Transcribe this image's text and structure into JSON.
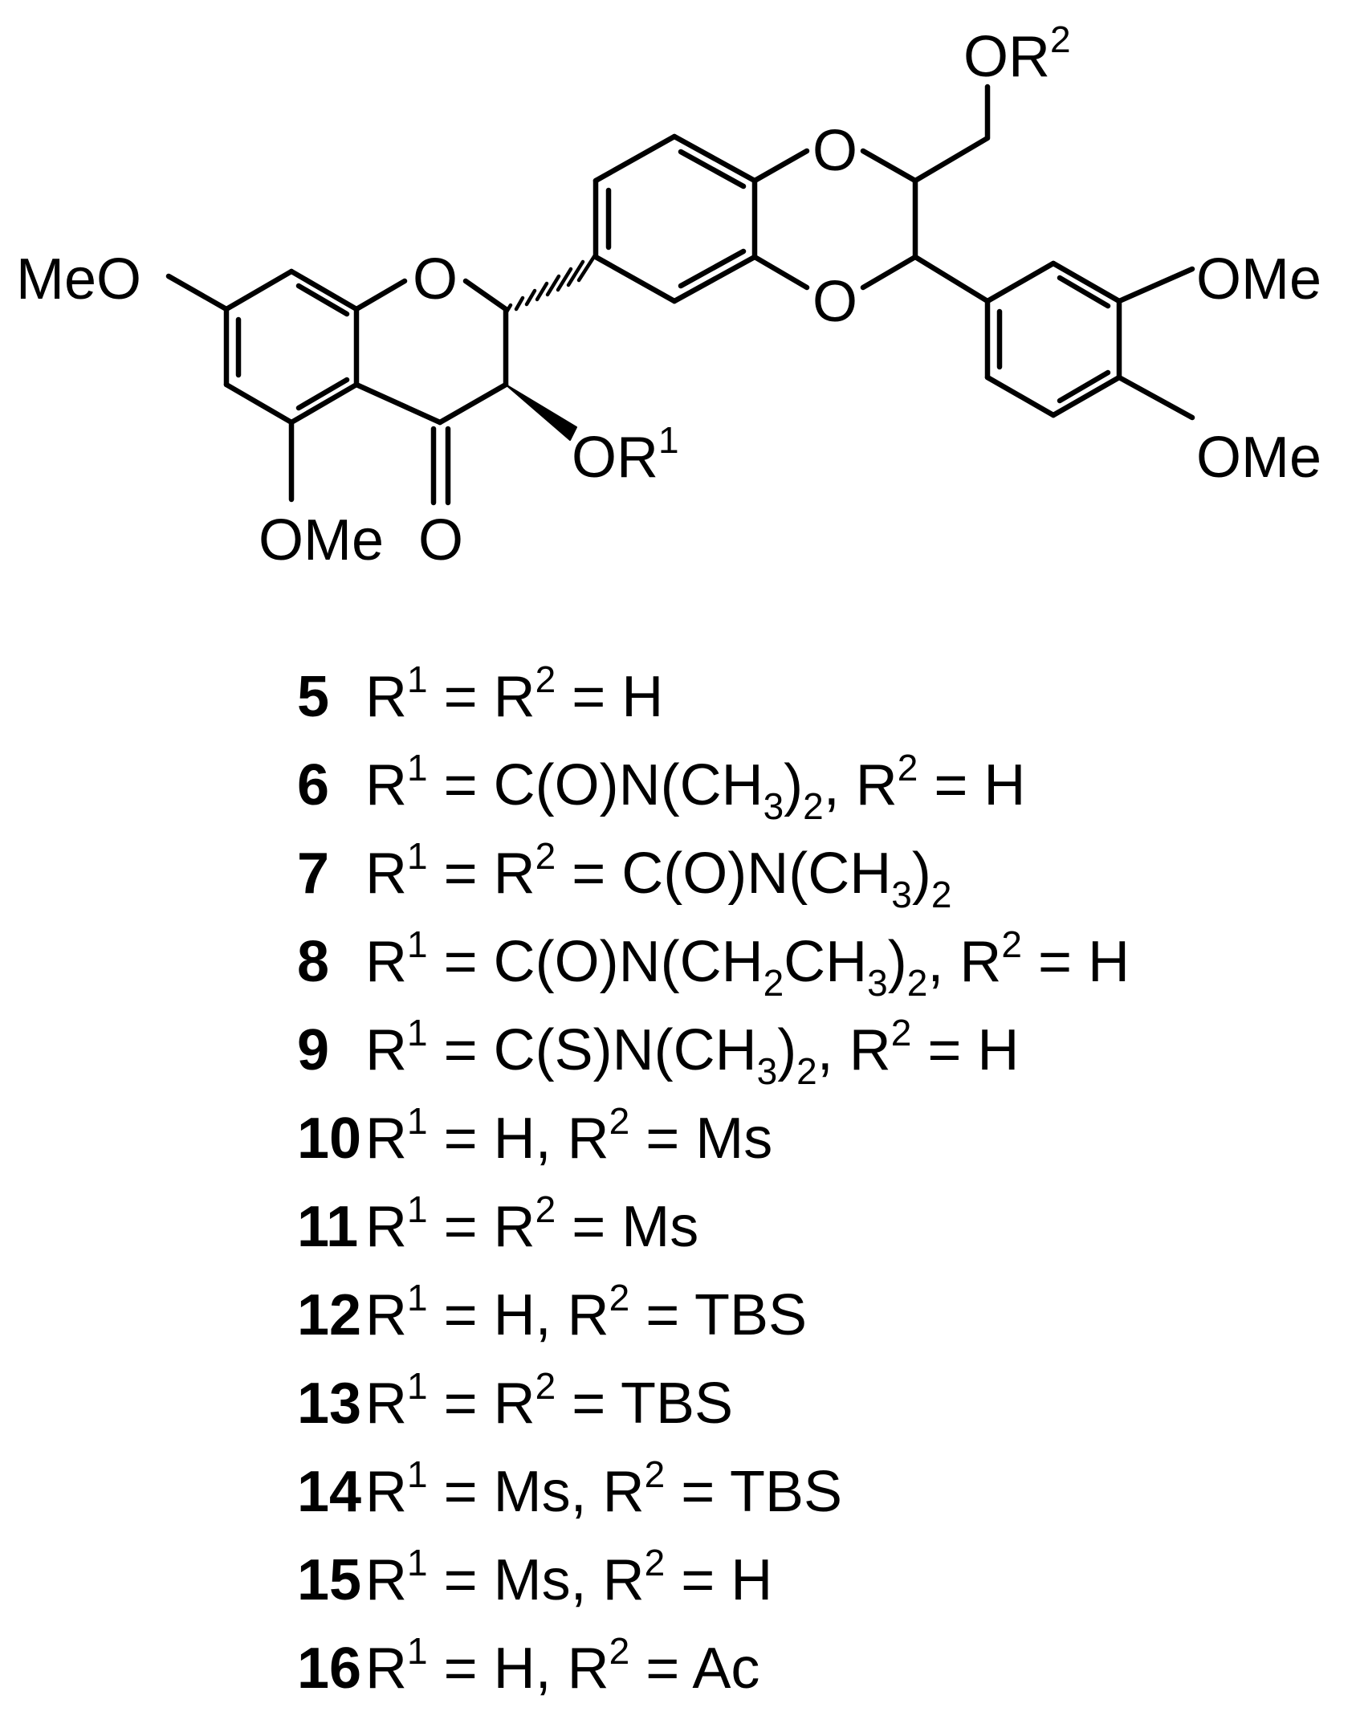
{
  "structure": {
    "atoms": {
      "ring_o1": "O",
      "ring_o2": "O",
      "ring_o3": "O",
      "carbonyl_o": "O",
      "ome_7": "MeO",
      "ome_5": "OMe",
      "ome_3p": "OMe",
      "ome_4p": "OMe",
      "or1_text": "OR",
      "or1_sup": "1",
      "or2_text": "OR",
      "or2_sup": "2"
    }
  },
  "compounds": [
    {
      "id": "5",
      "parts": [
        [
          "R",
          ""
        ],
        [
          "1",
          "sup"
        ],
        [
          " = R",
          ""
        ],
        [
          "2",
          "sup"
        ],
        [
          " = H",
          ""
        ]
      ]
    },
    {
      "id": "6",
      "parts": [
        [
          "R",
          ""
        ],
        [
          "1",
          "sup"
        ],
        [
          " = C(O)N(CH",
          ""
        ],
        [
          "3",
          "sub"
        ],
        [
          ")",
          ""
        ],
        [
          "2",
          "sub"
        ],
        [
          ", R",
          ""
        ],
        [
          "2",
          "sup"
        ],
        [
          " = H",
          ""
        ]
      ]
    },
    {
      "id": "7",
      "parts": [
        [
          "R",
          ""
        ],
        [
          "1",
          "sup"
        ],
        [
          " = R",
          ""
        ],
        [
          "2",
          "sup"
        ],
        [
          " = C(O)N(CH",
          ""
        ],
        [
          "3",
          "sub"
        ],
        [
          ")",
          ""
        ],
        [
          "2",
          "sub"
        ]
      ]
    },
    {
      "id": "8",
      "parts": [
        [
          "R",
          ""
        ],
        [
          "1",
          "sup"
        ],
        [
          " = C(O)N(CH",
          ""
        ],
        [
          "2",
          "sub"
        ],
        [
          "CH",
          ""
        ],
        [
          "3",
          "sub"
        ],
        [
          ")",
          ""
        ],
        [
          "2",
          "sub"
        ],
        [
          ", R",
          ""
        ],
        [
          "2",
          "sup"
        ],
        [
          " = H",
          ""
        ]
      ]
    },
    {
      "id": "9",
      "parts": [
        [
          "R",
          ""
        ],
        [
          "1",
          "sup"
        ],
        [
          " = C(S)N(CH",
          ""
        ],
        [
          "3",
          "sub"
        ],
        [
          ")",
          ""
        ],
        [
          "2",
          "sub"
        ],
        [
          ", R",
          ""
        ],
        [
          "2",
          "sup"
        ],
        [
          " = H",
          ""
        ]
      ]
    },
    {
      "id": "10",
      "parts": [
        [
          "R",
          ""
        ],
        [
          "1",
          "sup"
        ],
        [
          " = H, R",
          ""
        ],
        [
          "2",
          "sup"
        ],
        [
          " = Ms",
          ""
        ]
      ]
    },
    {
      "id": "11",
      "parts": [
        [
          "R",
          ""
        ],
        [
          "1",
          "sup"
        ],
        [
          " = R",
          ""
        ],
        [
          "2",
          "sup"
        ],
        [
          " = Ms",
          ""
        ]
      ]
    },
    {
      "id": "12",
      "parts": [
        [
          "R",
          ""
        ],
        [
          "1",
          "sup"
        ],
        [
          " = H, R",
          ""
        ],
        [
          "2",
          "sup"
        ],
        [
          " = TBS",
          ""
        ]
      ]
    },
    {
      "id": "13",
      "parts": [
        [
          "R",
          ""
        ],
        [
          "1",
          "sup"
        ],
        [
          " = R",
          ""
        ],
        [
          "2",
          "sup"
        ],
        [
          " = TBS",
          ""
        ]
      ]
    },
    {
      "id": "14",
      "parts": [
        [
          "R",
          ""
        ],
        [
          "1",
          "sup"
        ],
        [
          " = Ms, R",
          ""
        ],
        [
          "2",
          "sup"
        ],
        [
          " = TBS",
          ""
        ]
      ]
    },
    {
      "id": "15",
      "parts": [
        [
          "R",
          ""
        ],
        [
          "1",
          "sup"
        ],
        [
          " = Ms, R",
          ""
        ],
        [
          "2",
          "sup"
        ],
        [
          " = H",
          ""
        ]
      ]
    },
    {
      "id": "16",
      "parts": [
        [
          "R",
          ""
        ],
        [
          "1",
          "sup"
        ],
        [
          " = H, R",
          ""
        ],
        [
          "2",
          "sup"
        ],
        [
          " = Ac",
          ""
        ]
      ]
    }
  ]
}
